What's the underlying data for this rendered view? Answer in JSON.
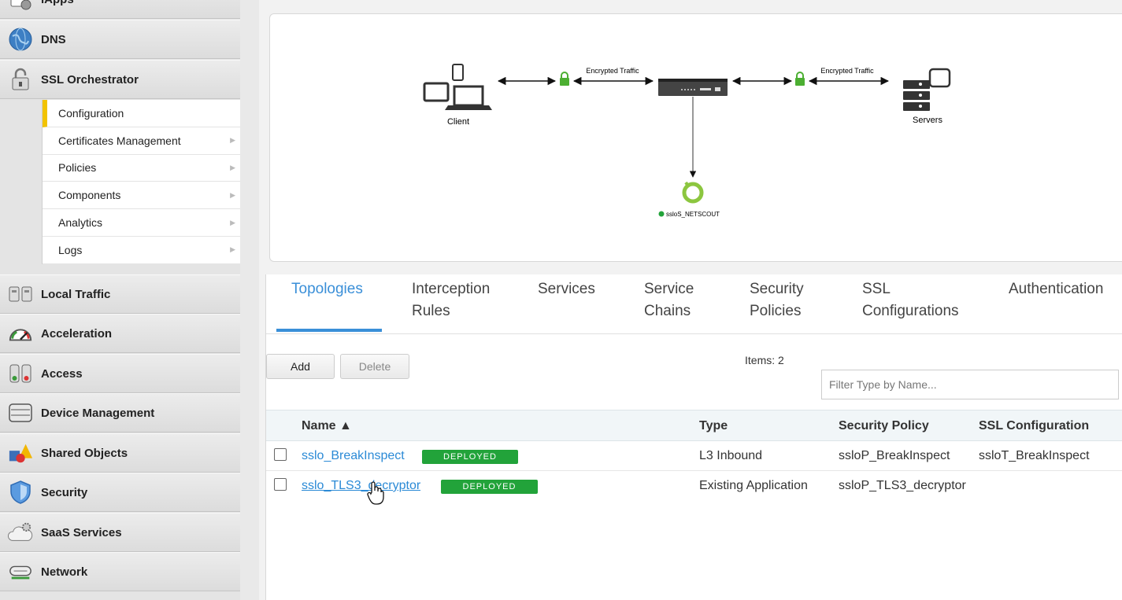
{
  "sidebar": {
    "top_items": [
      {
        "label": "iApps",
        "icon": "iapps-icon"
      },
      {
        "label": "DNS",
        "icon": "globe-icon"
      },
      {
        "label": "SSL Orchestrator",
        "icon": "padlock-icon"
      }
    ],
    "submenu": [
      {
        "label": "Configuration",
        "active": true
      },
      {
        "label": "Certificates Management"
      },
      {
        "label": "Policies"
      },
      {
        "label": "Components"
      },
      {
        "label": "Analytics"
      },
      {
        "label": "Logs"
      }
    ],
    "bottom_items": [
      {
        "label": "Local Traffic",
        "icon": "local-traffic-icon"
      },
      {
        "label": "Acceleration",
        "icon": "gauge-icon"
      },
      {
        "label": "Access",
        "icon": "access-icon"
      },
      {
        "label": "Device Management",
        "icon": "device-icon"
      },
      {
        "label": "Shared Objects",
        "icon": "shared-objects-icon"
      },
      {
        "label": "Security",
        "icon": "shield-icon"
      },
      {
        "label": "SaaS Services",
        "icon": "cloud-gear-icon"
      },
      {
        "label": "Network",
        "icon": "network-icon"
      }
    ]
  },
  "diagram": {
    "client_label": "Client",
    "servers_label": "Servers",
    "left_link_label": "Encrypted Traffic",
    "right_link_label": "Encrypted Traffic",
    "service_label": "ssloS_NETSCOUT",
    "colors": {
      "lock": "#4caf32",
      "service": "#8cc63f",
      "device": "#333333"
    }
  },
  "tabs": [
    {
      "label": "Topologies",
      "active": true
    },
    {
      "label": "Interception\nRules"
    },
    {
      "label": "Services"
    },
    {
      "label": "Service\nChains"
    },
    {
      "label": "Security\nPolicies"
    },
    {
      "label": "SSL\nConfigurations"
    },
    {
      "label": "Authentication"
    }
  ],
  "toolbar": {
    "add_label": "Add",
    "delete_label": "Delete",
    "items_count": "Items: 2",
    "filter_placeholder": "Filter Type by Name..."
  },
  "table": {
    "columns": {
      "name": "Name ▲",
      "type": "Type",
      "security_policy": "Security Policy",
      "ssl_configuration": "SSL Configuration"
    },
    "rows": [
      {
        "name": "sslo_BreakInspect",
        "status": "DEPLOYED",
        "type": "L3 Inbound",
        "security_policy": "ssloP_BreakInspect",
        "ssl_configuration": "ssloT_BreakInspect"
      },
      {
        "name": "sslo_TLS3_decryptor",
        "status": "DEPLOYED",
        "type": "Existing Application",
        "security_policy": "ssloP_TLS3_decryptor",
        "ssl_configuration": ""
      }
    ]
  },
  "accent_color": "#3a8fd8",
  "status_color": "#22a33a"
}
